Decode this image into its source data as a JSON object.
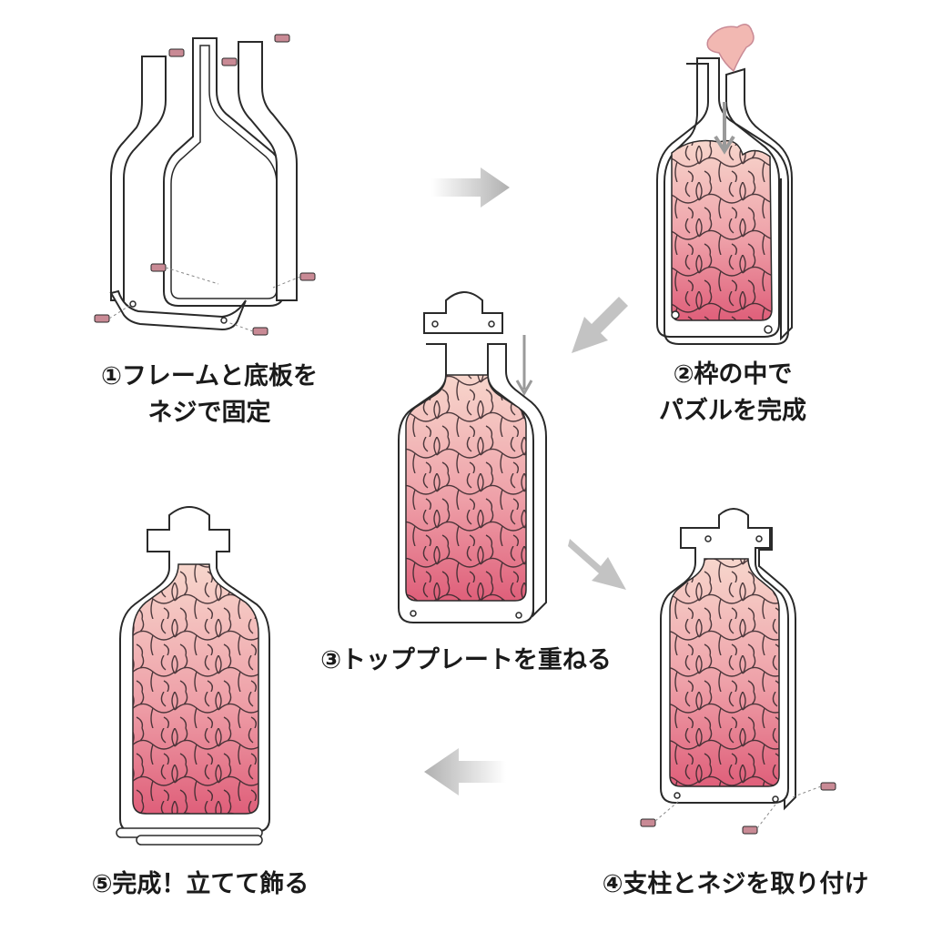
{
  "steps": [
    {
      "id": "1",
      "lines": [
        "①フレームと底板を",
        "ネジで固定"
      ]
    },
    {
      "id": "2",
      "lines": [
        "②枠の中で",
        "パズルを完成"
      ]
    },
    {
      "id": "3",
      "lines": [
        "③トッププレートを重ねる"
      ]
    },
    {
      "id": "4",
      "lines": [
        "④支柱とネジを取り付け"
      ]
    },
    {
      "id": "5",
      "lines": [
        "⑤完成！立てて飾る"
      ]
    }
  ],
  "colors": {
    "puzzle_light": "#f6cfc7",
    "puzzle_dark": "#df5f7a",
    "arrow": "#b8b8b8",
    "outline": "#2a2a2a",
    "screw": "#c98a95"
  }
}
